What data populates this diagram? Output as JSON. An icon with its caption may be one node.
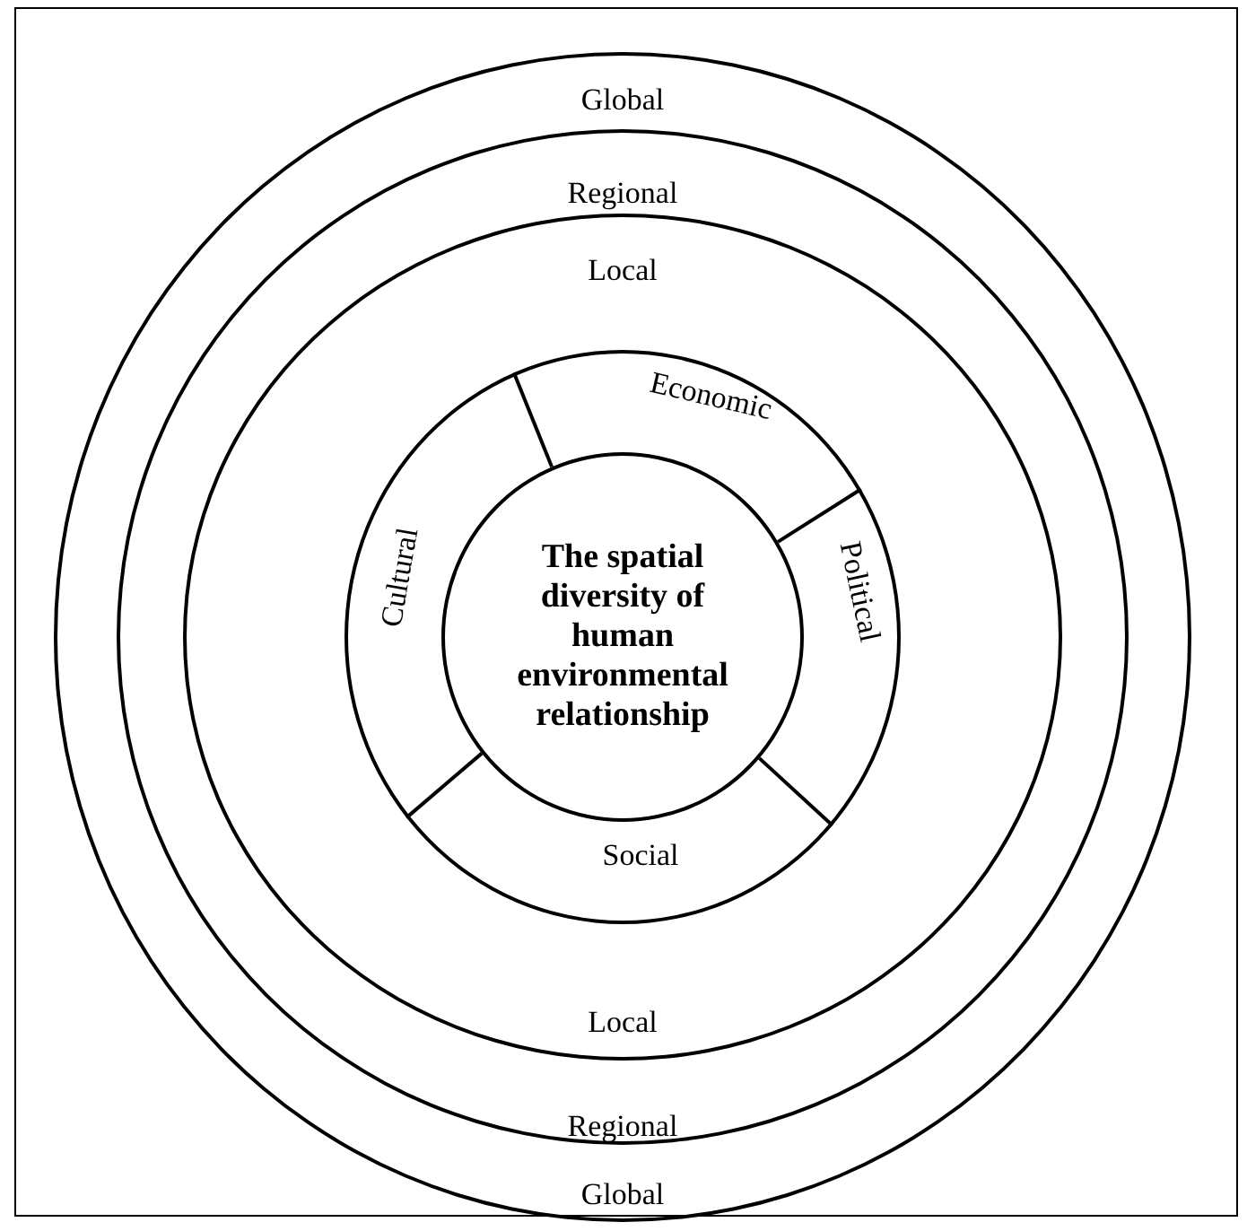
{
  "diagram": {
    "nodes": [
      {
        "text": [
          "Global",
          "Global"
        ]
      },
      {
        "text": [
          "Regional",
          "Regional"
        ],
        "in": 0
      },
      {
        "text": [
          "Local",
          "Local"
        ],
        "in": 1
      },
      {
        "text": [],
        "shape": "circle",
        "in": 2
      },
      {
        "text": [
          "Economic"
        ],
        "in": 3
      },
      {
        "text": [
          "Political"
        ],
        "in": 3
      },
      {
        "text": [
          "Social"
        ],
        "in": 3
      },
      {
        "text": [
          "Cultural"
        ],
        "in": 3
      },
      {
        "text": [
          "The spatial diversity of human environmental relationship"
        ],
        "in": 3
      }
    ]
  }
}
